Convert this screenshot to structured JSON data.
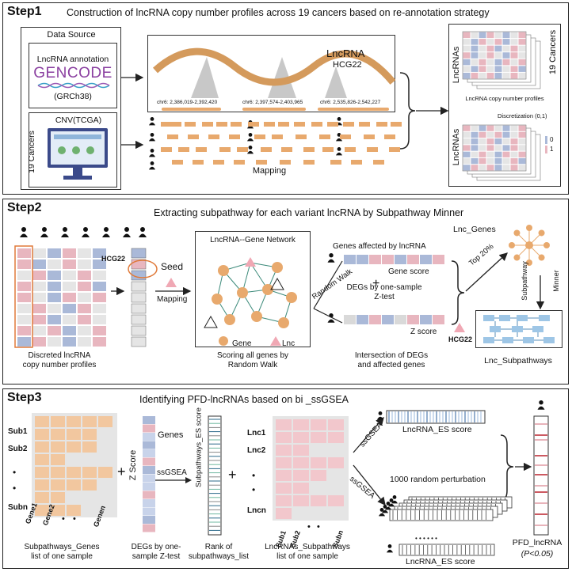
{
  "step1": {
    "label": "Step1",
    "title": "Construction of lncRNA copy number profiles across 19 cancers based on re-annotation strategy",
    "data_source": "Data Source",
    "annotation": "LncRNA annotation",
    "gencode": "GENCODE",
    "genome": "(GRCh38)",
    "cnv": "CNV(TCGA)",
    "cancers_vertical": "19 Cancers",
    "lncrna_name": "LncRNA",
    "gene_name": "HCG22",
    "coord1": "chr6: 2,386,019-2,392,420",
    "coord2": "chr6: 2,397,574-2,403,965",
    "coord3": "chr6: 2,535,826-2,542,227",
    "mapping": "Mapping",
    "lncrnas_top": "LncRNAs",
    "cancers_right": "19 Cancers",
    "profiles_label": "LncRNA  copy number profiles",
    "discretization": "Discretization (0,1)",
    "lncrnas_bottom": "LncRNAs",
    "legend0": "0",
    "legend1": "1"
  },
  "step2": {
    "label": "Step2",
    "title": "Extracting subpathway for each variant lncRNA by Subpathway Minner",
    "hcg22": "HCG22",
    "seed": "Seed",
    "mapping": "Mapping",
    "network_title": "LncRNA--Gene Network",
    "legend_gene": "Gene",
    "legend_lnc": "Lnc",
    "caption_profiles": "Discreted lncRNA\ncopy number profiles",
    "caption_scoring": "Scoring all genes by\nRandom Walk",
    "random_walk": "Random Walk",
    "genes_affected": "Genes affected by lncRNA",
    "gene_score": "Gene score",
    "plus": "+",
    "degs": "DEGs by one-sample\nZ-test",
    "z_score": "Z score",
    "hcg22_b": "HCG22",
    "top20": "Top 20%",
    "lnc_genes": "Lnc_Genes",
    "subpathway": "Subpathway",
    "minner": "Minner",
    "intersection": "Intersection of DEGs\nand affected genes",
    "lnc_subpathways": "Lnc_Subpathways"
  },
  "step3": {
    "label": "Step3",
    "title": "Identifying PFD-lncRNAs based on bi _ssGSEA",
    "sub_rows": [
      "Sub1",
      "Sub2",
      "•",
      "•",
      "Subn"
    ],
    "gene_cols": [
      "Gene1",
      "Gene2",
      "•",
      "•",
      "Genen"
    ],
    "plus1": "+",
    "z_score": "Z Score",
    "genes": "Genes",
    "ssgsea": "ssGSEA",
    "subpathways_es": "Subpathways_ES score",
    "plus2": "+",
    "lnc_rows": [
      "Lnc1",
      "Lnc2",
      "•",
      "•",
      "Lncn"
    ],
    "sub_cols": [
      "Sub1",
      "Sub2",
      "•",
      "•",
      "Subn"
    ],
    "ssgsea_a": "ssGSEA",
    "ssgsea_b": "ssGSEA",
    "lncrna_es": "LncRNA_ES score",
    "perturbation": "1000 random perturbation",
    "dots": "• • • • • •",
    "lncrna_es_b": "LncRNA_ES score",
    "pfd": "PFD_lncRNA",
    "pval": "(P<0.05)",
    "cap1": "Subpathways_Genes\nlist of one sample",
    "cap2": "DEGs by one-\nsample Z-test",
    "cap3": "Rank of\nsubpathways_list",
    "cap4": "LncRNAs_Subpathways\nlist of one sample"
  },
  "colors": {
    "orange": "#e8a96d",
    "blue": "#aab9d8",
    "pink": "#e8b6bf",
    "network_line": "#3c8a7a",
    "red": "#c0303a"
  }
}
